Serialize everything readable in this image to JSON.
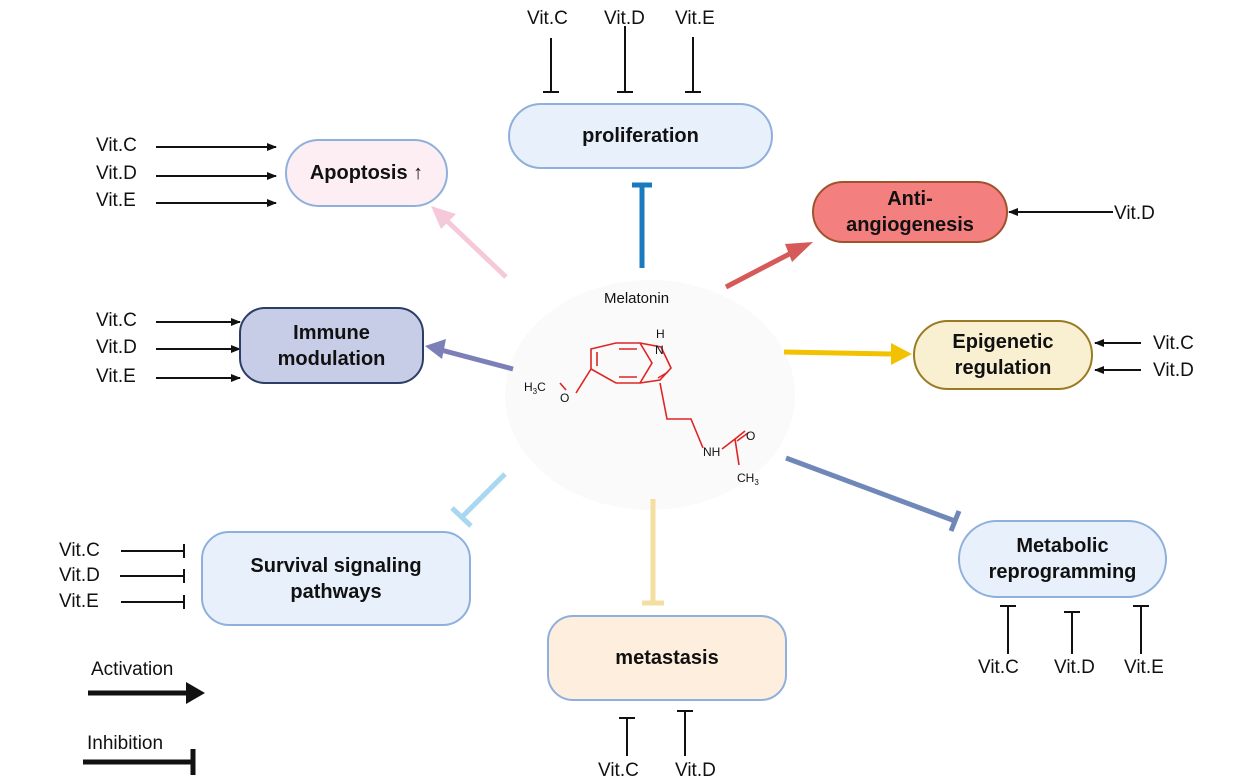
{
  "center": {
    "title": "Melatonin",
    "atoms": {
      "h_top": "H",
      "n_ring": "N",
      "methyl_left": "H",
      "methyl_left_sub": "3",
      "methyl_left_c": "C",
      "oxygen": "O",
      "nh": "NH",
      "carbonyl_o": "O",
      "methyl_right_c": "CH",
      "methyl_right_sub": "3"
    }
  },
  "nodes": {
    "proliferation": {
      "label": "proliferation",
      "fill": "#e8f0fb",
      "border": "#8fb0dc",
      "effect": "inhibition",
      "connector_color": "#1a7abf"
    },
    "apoptosis": {
      "label": "Apoptosis ↑",
      "fill": "#fdeef4",
      "border": "#8fb0dc",
      "effect": "activation",
      "connector_color": "#f5c9da"
    },
    "anti_angiogenesis": {
      "line1": "Anti-",
      "line2": "angiogenesis",
      "fill": "#f47f7f",
      "border": "#a0522d",
      "effect": "activation",
      "connector_color": "#d65a5a"
    },
    "immune": {
      "line1": "Immune",
      "line2": "modulation",
      "fill": "#c7cde6",
      "border": "#2c3e66",
      "effect": "activation",
      "connector_color": "#7c7fb8"
    },
    "epigenetic": {
      "line1": "Epigenetic",
      "line2": "regulation",
      "fill": "#f8f0d0",
      "border": "#9a7a22",
      "effect": "activation",
      "connector_color": "#f2c200"
    },
    "survival": {
      "line1": "Survival signaling",
      "line2": "pathways",
      "fill": "#e8f0fb",
      "border": "#8fb0dc",
      "effect": "inhibition",
      "connector_color": "#a8d8f0"
    },
    "metastasis": {
      "label": "metastasis",
      "fill": "#fdeedd",
      "border": "#8fb0dc",
      "effect": "inhibition",
      "connector_color": "#f5dfa0"
    },
    "metabolic": {
      "line1": "Metabolic",
      "line2": "reprogramming",
      "fill": "#e8f0fb",
      "border": "#8fb0dc",
      "effect": "inhibition",
      "connector_color": "#7088b8"
    }
  },
  "vitamins": {
    "proliferation": [
      "Vit.C",
      "Vit.D",
      "Vit.E"
    ],
    "apoptosis": [
      "Vit.C",
      "Vit.D",
      "Vit.E"
    ],
    "anti_angiogenesis": [
      "Vit.D"
    ],
    "immune": [
      "Vit.C",
      "Vit.D",
      "Vit.E"
    ],
    "epigenetic": [
      "Vit.C",
      "Vit.D"
    ],
    "survival": [
      "Vit.C",
      "Vit.D",
      "Vit.E"
    ],
    "metastasis": [
      "Vit.C",
      "Vit.D"
    ],
    "metabolic": [
      "Vit.C",
      "Vit.D",
      "Vit.E"
    ]
  },
  "legend": {
    "activation": "Activation",
    "inhibition": "Inhibition"
  }
}
